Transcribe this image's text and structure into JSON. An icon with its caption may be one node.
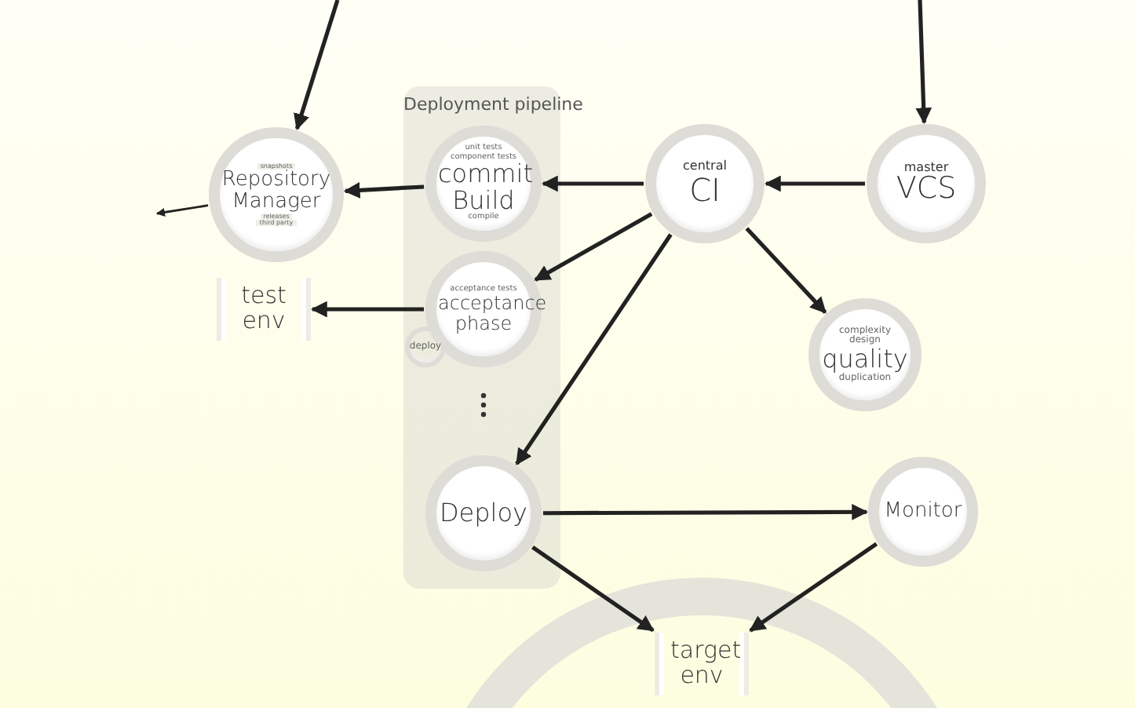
{
  "diagram": {
    "nodes": [
      {
        "text": [
          "Deployment pipeline"
        ]
      },
      {
        "text": [
          "unit tests",
          "component tests",
          "commit Build",
          "compile"
        ],
        "in": 0
      },
      {
        "text": [
          "acceptance tests",
          "acceptance phase"
        ],
        "in": 0
      },
      {
        "text": [
          "deploy"
        ],
        "in": 0
      },
      {
        "text": [
          "Deploy"
        ],
        "in": 0
      },
      {
        "text": [
          "snapshots",
          "Repository Manager",
          "releases",
          "third party"
        ]
      },
      {
        "text": [
          "central",
          "CI"
        ]
      },
      {
        "text": [
          "master",
          "VCS"
        ]
      },
      {
        "text": [
          "complexity",
          "design",
          "quality",
          "duplication"
        ]
      },
      {
        "text": [
          "test env"
        ]
      },
      {
        "text": [
          "target env"
        ]
      },
      {
        "text": [
          "Monitor"
        ]
      }
    ],
    "edges": [
      {
        "from": null,
        "to": 5,
        "arrow": "to"
      },
      {
        "from": null,
        "to": 7,
        "arrow": "to"
      },
      {
        "from": 1,
        "to": 5,
        "arrow": "to"
      },
      {
        "from": 6,
        "to": 1,
        "arrow": "to"
      },
      {
        "from": 7,
        "to": 6,
        "arrow": "to"
      },
      {
        "from": 6,
        "to": 2,
        "arrow": "to"
      },
      {
        "from": 6,
        "to": 8,
        "arrow": "to"
      },
      {
        "from": 6,
        "to": 4,
        "arrow": "to"
      },
      {
        "from": 2,
        "to": 9,
        "arrow": "to"
      },
      {
        "from": 4,
        "to": 11,
        "arrow": "to"
      },
      {
        "from": 4,
        "to": 10,
        "arrow": "to"
      },
      {
        "from": 11,
        "to": 10,
        "arrow": "to"
      },
      {
        "from": 5,
        "to": null,
        "arrow": "to"
      }
    ]
  }
}
